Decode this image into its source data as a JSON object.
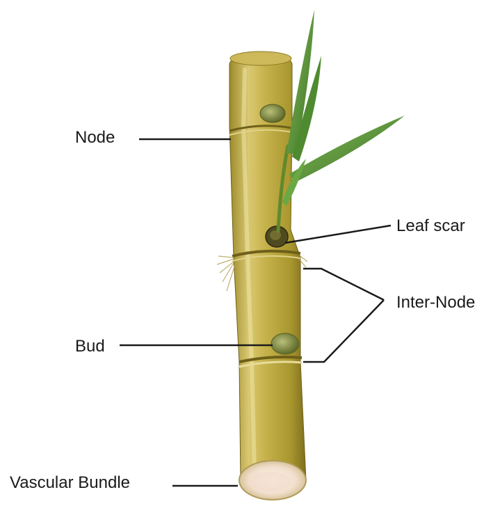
{
  "labels": {
    "node": "Node",
    "leaf_scar": "Leaf scar",
    "inter_node": "Inter-Node",
    "bud": "Bud",
    "vascular_bundle": "Vascular Bundle"
  },
  "colors": {
    "stem_light": "#d8c770",
    "stem_mid": "#b4a13a",
    "stem_dark": "#7e6e1e",
    "leaf": "#5f9a3c",
    "leaf_dark": "#3f7326",
    "cut_surface": "#f4e6d9",
    "line": "#1a1a1a"
  }
}
